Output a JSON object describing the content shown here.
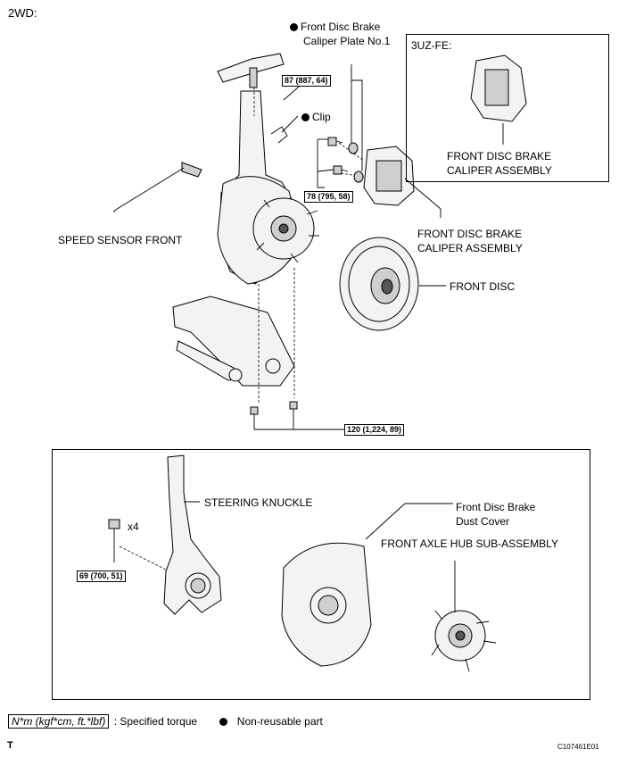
{
  "header": {
    "variant": "2WD:"
  },
  "labels": {
    "caliper_plate_line1": "Front Disc Brake",
    "caliper_plate_line2": "Caliper Plate No.1",
    "clip": "Clip",
    "speed_sensor": "SPEED SENSOR FRONT",
    "caliper_assembly_line1": "FRONT DISC BRAKE",
    "caliper_assembly_line2": "CALIPER ASSEMBLY",
    "front_disc": "FRONT DISC",
    "inset_engine": "3UZ-FE:",
    "inset_caliper_line1": "FRONT DISC BRAKE",
    "inset_caliper_line2": "CALIPER ASSEMBLY",
    "steering_knuckle": "STEERING KNUCKLE",
    "dust_cover_line1": "Front Disc Brake",
    "dust_cover_line2": "Dust Cover",
    "hub_sub_assembly": "FRONT AXLE HUB SUB-ASSEMBLY",
    "bolt_qty": "x4"
  },
  "torques": {
    "upper_ball_joint": "87 (887, 64)",
    "caliper_bolts": "78 (795, 58)",
    "lower_ball_joint": "120 (1,224, 89)",
    "hub_bolts": "69 (700, 51)"
  },
  "legend": {
    "torque_unit": "N*m (kgf*cm, ft.*lbf)",
    "torque_text": ": Specified torque",
    "nonreusable_text": "Non-reusable part"
  },
  "footer": {
    "left_mark": "T",
    "figure_code": "C107461E01"
  }
}
